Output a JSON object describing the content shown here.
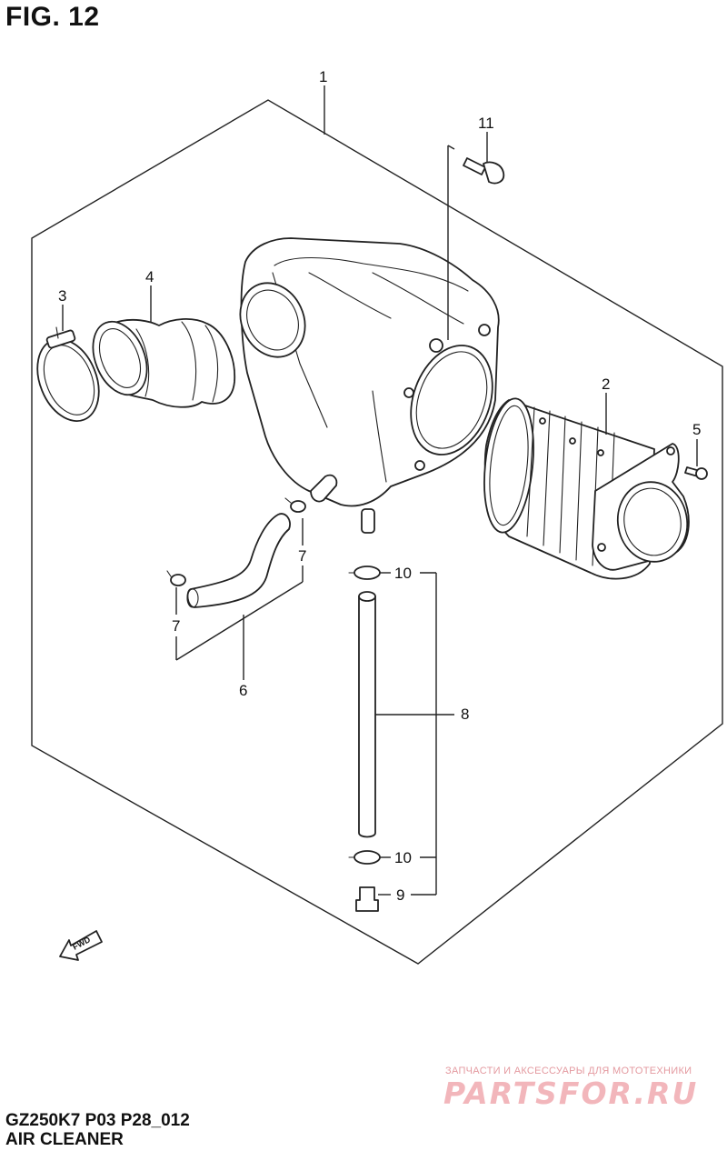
{
  "figure": {
    "title": "FIG. 12"
  },
  "footer": {
    "model_code": "GZ250K7 P03 P28_012",
    "section_name": "AIR CLEANER"
  },
  "watermark": {
    "tagline": "ЗАПЧАСТИ И АКСЕССУАРЫ ДЛЯ МОТОТЕХНИКИ",
    "brand": "PARTSFOR.RU"
  },
  "direction_arrow": {
    "label": "FWD"
  },
  "callouts": [
    "1",
    "2",
    "3",
    "4",
    "5",
    "6",
    "7",
    "7",
    "8",
    "9",
    "10",
    "10",
    "11"
  ],
  "colors": {
    "line": "#222222",
    "watermark": "#f2b6bb"
  }
}
